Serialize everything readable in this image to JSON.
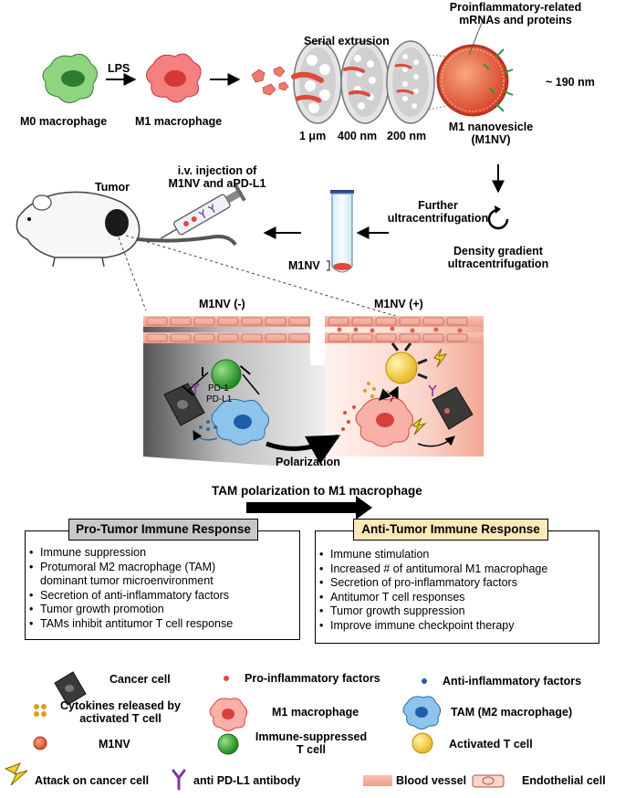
{
  "top": {
    "m0_label": "M0 macrophage",
    "lps_label": "LPS",
    "m1_label": "M1 macrophage",
    "serial_extrusion": "Serial extrusion",
    "pore_sizes": [
      "1 μm",
      "400 nm",
      "200 nm"
    ],
    "proinflammatory_line1": "Proinflammatory-related",
    "proinflammatory_line2": "mRNAs and proteins",
    "size_label": "~ 190 nm",
    "m1nv_line1": "M1 nanovesicle",
    "m1nv_line2": "(M1NV)"
  },
  "middle": {
    "tumor_label": "Tumor",
    "injection_line1": "i.v. injection of",
    "injection_line2": "M1NV and aPD-L1",
    "further_line1": "Further",
    "further_line2": "ultracentrifugation",
    "density_line1": "Density gradient",
    "density_line2": "ultracentrifugation",
    "m1nv_tube_label": "M1NV"
  },
  "panels": {
    "left_title": "M1NV (-)",
    "right_title": "M1NV (+)",
    "pd1_label": "PD-1",
    "pdl1_label": "PD-L1",
    "polarization_label": "Polarization"
  },
  "tam_arrow_label": "TAM polarization to M1 macrophage",
  "pro_tumor": {
    "title": "Pro-Tumor Immune Response",
    "items": [
      "Immune suppression",
      "Protumoral M2 macrophage (TAM)",
      "dominant tumor microenvironment",
      "Secretion of anti-inflammatory factors",
      "Tumor growth promotion",
      "TAMs inhibit antitumor T cell response"
    ]
  },
  "anti_tumor": {
    "title": "Anti-Tumor Immune Response",
    "items": [
      "Immune stimulation",
      "Increased # of antitumoral M1 macrophage",
      "Secretion of pro-inflammatory factors",
      "Antitumor T cell responses",
      "Tumor growth suppression",
      "Improve immune checkpoint therapy"
    ]
  },
  "legend": {
    "cancer_cell": "Cancer cell",
    "pro_factors": "Pro-inflammatory factors",
    "anti_factors": "Anti-inflammatory factors",
    "cytokines_line1": "Cytokines released by",
    "cytokines_line2": "activated T cell",
    "m1_macrophage": "M1 macrophage",
    "tam": "TAM (M2 macrophage)",
    "m1nv": "M1NV",
    "suppressed_line1": "Immune-suppressed",
    "suppressed_line2": "T cell",
    "activated_t": "Activated T cell",
    "attack": "Attack on cancer cell",
    "antibody": "anti PD-L1 antibody",
    "blood_vessel": "Blood vessel",
    "endothelial": "Endothelial cell"
  },
  "colors": {
    "m0_green": "#3a9a3a",
    "m1_red": "#e84a4a",
    "tam_blue": "#3a8fd8",
    "t_cell_green": "#2aa02a",
    "t_cell_yellow": "#f4d23a",
    "antibody_purple": "#7a3aa0",
    "vessel_pink": "#f4b8a8",
    "pro_box_grey": "#c8c8c8",
    "anti_box_yellow": "#fbe9b8"
  }
}
